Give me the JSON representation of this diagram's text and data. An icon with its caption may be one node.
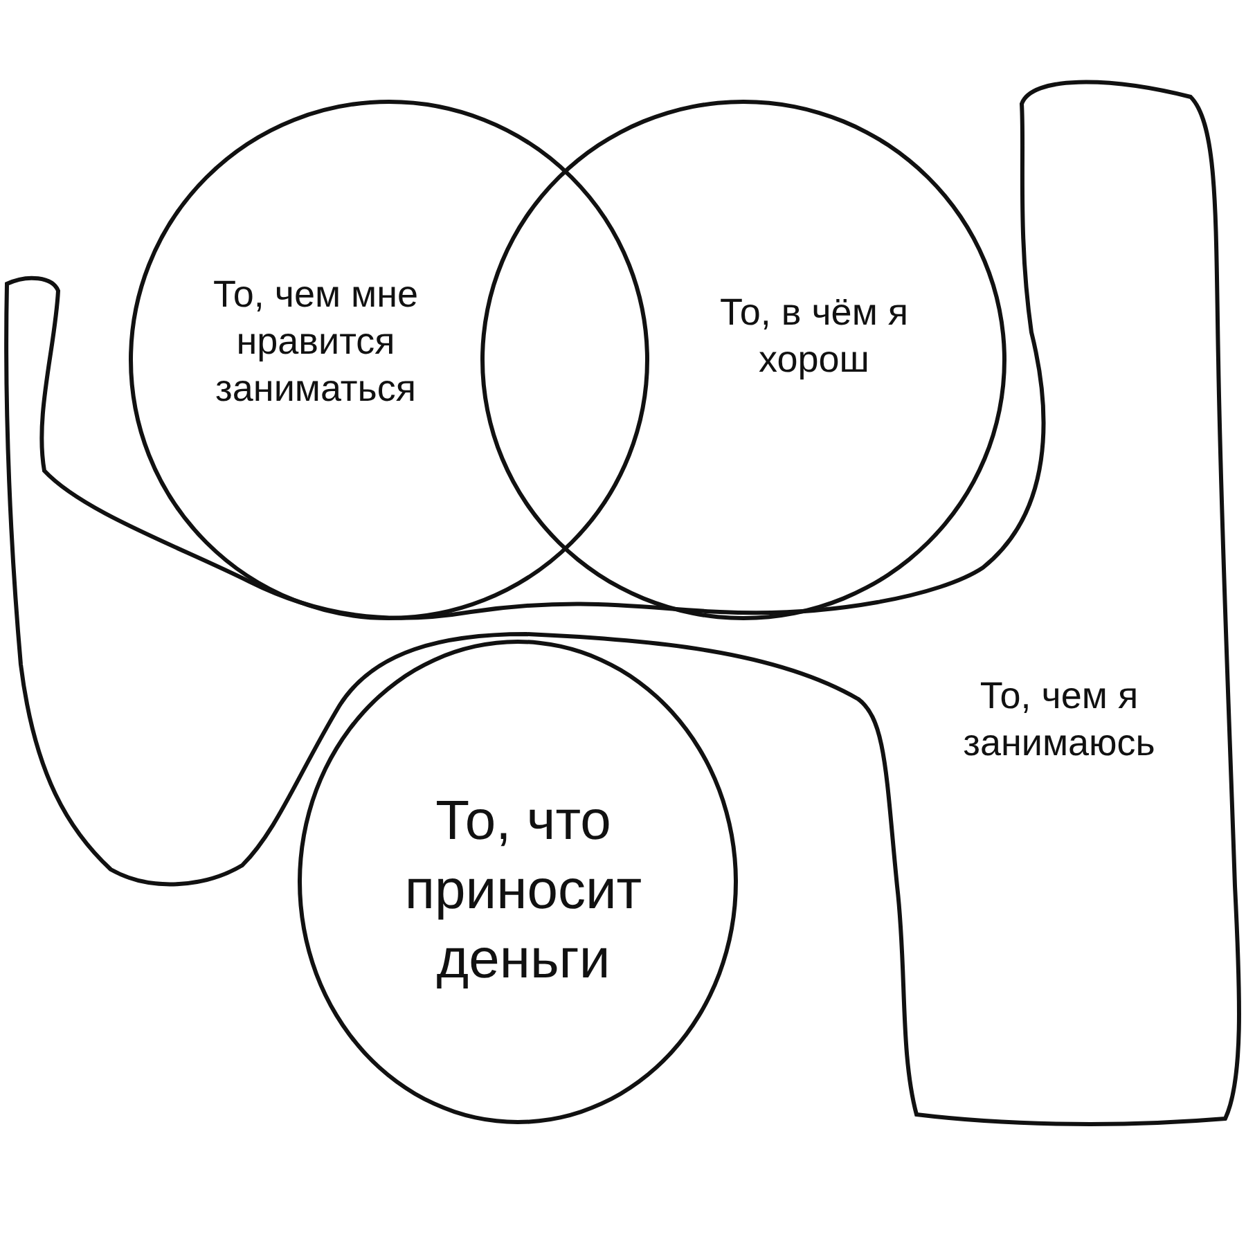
{
  "diagram": {
    "nodes": [
      {
        "text": [
          "То, чем мне нравится заниматься"
        ]
      },
      {
        "text": [
          "То, в чём я хорош"
        ]
      },
      {
        "text": [
          "То, чем я занимаюсь"
        ]
      },
      {
        "text": [
          "То, что приносит деньги"
        ]
      }
    ]
  }
}
